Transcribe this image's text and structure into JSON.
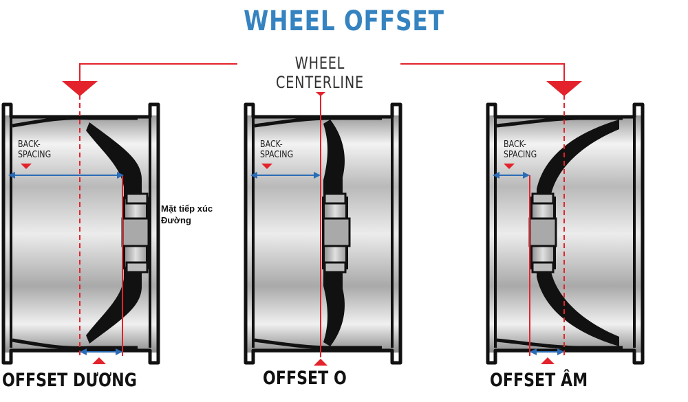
{
  "title": "WHEEL OFFSET",
  "centerline_label": "WHEEL CENTERLINE",
  "backspacing_label_line1": "BACK-",
  "backspacing_label_line2": "SPACING",
  "contact_label_line1": "Mặt tiếp xúc",
  "contact_label_line2": "Đường",
  "wheels": [
    {
      "label": "OFFSET DƯƠNG"
    },
    {
      "label": "OFFSET O"
    },
    {
      "label": "OFFSET ÂM"
    }
  ],
  "colors": {
    "title": "#3583c0",
    "red": "#e3222b",
    "blue": "#2a6cb5",
    "black": "#111111",
    "chrome": "#cfcfcf"
  }
}
